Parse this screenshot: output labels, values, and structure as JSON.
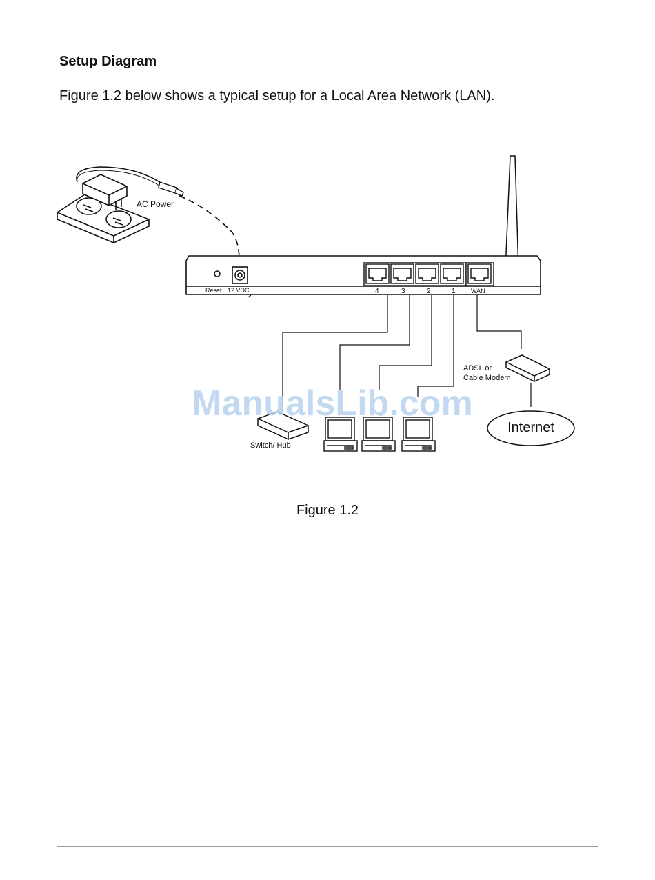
{
  "heading": "Setup Diagram",
  "intro": "Figure 1.2 below shows a typical setup for a Local Area Network (LAN).",
  "diagram": {
    "ac_power_label": "AC Power",
    "reset_label": "Reset",
    "vdc_label": "12 VDC",
    "port_labels": [
      "4",
      "3",
      "2",
      "1"
    ],
    "wan_label": "WAN",
    "modem_label_line1": "ADSL or",
    "modem_label_line2": "Cable Modem",
    "internet_label": "Internet",
    "switch_label": "Switch/ Hub"
  },
  "watermark": "ManualsLib.com",
  "caption": "Figure 1.2",
  "colors": {
    "line": "#111111",
    "rule": "#9a9a9a",
    "watermark": "#b8d2ee"
  }
}
